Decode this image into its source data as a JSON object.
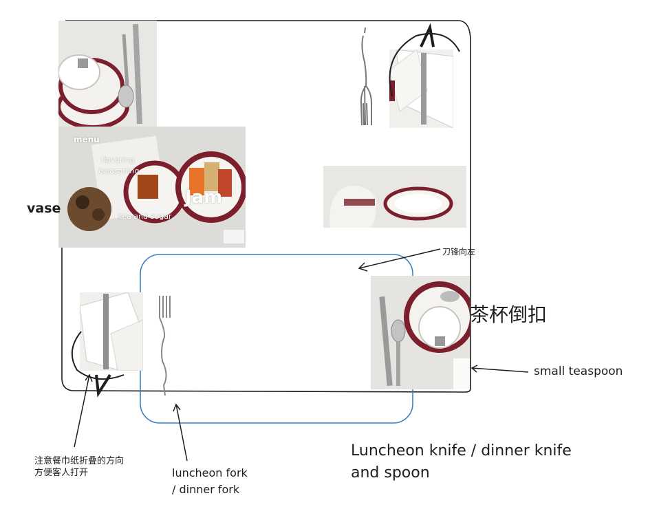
{
  "labels": {
    "menu": "menu",
    "flavoring": "flavoring",
    "seasoning": "/seasoning",
    "jam": "Jam",
    "tea_sugar": "tea and sugar",
    "vase": "vase",
    "blade_left": "刀锋向左",
    "cup_inverted": "茶杯倒扣",
    "small_teaspoon": "small teaspoon",
    "napkin_note_1": "注意餐巾纸折叠的方向",
    "napkin_note_2": "方便客人打开",
    "luncheon_fork_1": "luncheon fork",
    "luncheon_fork_2": "/ dinner fork",
    "knife_spoon_1": "Luncheon knife / dinner knife",
    "knife_spoon_2": "and spoon"
  },
  "colors": {
    "outline": "#1e1e1e",
    "place_setting_box": "#3b80c0",
    "porcelain_rim": "#7a1f2b",
    "tablecloth": "#eceae6"
  },
  "icons": [
    "fork-icon",
    "knife-icon",
    "spoon-icon",
    "teacup-icon",
    "napkin-icon"
  ]
}
